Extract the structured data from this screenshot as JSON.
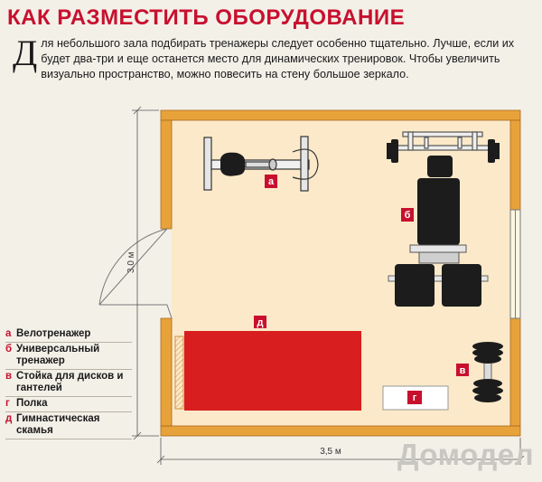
{
  "title": "КАК РАЗМЕСТИТЬ ОБОРУДОВАНИЕ",
  "intro": {
    "dropcap": "Д",
    "text": "ля небольшого зала подбирать тренажеры следует особенно тщательно. Лучше, если их будет два-три и еще останется место для динамических тренировок. Чтобы увеличить визуально пространство, можно повесить на стену большое зеркало."
  },
  "dimensions": {
    "height": "3,0 м",
    "width": "3,5 м"
  },
  "markers": {
    "a": "а",
    "b": "б",
    "v": "в",
    "g": "г",
    "d": "д"
  },
  "legend": [
    {
      "key": "а",
      "label": "Велотренажер"
    },
    {
      "key": "б",
      "label": "Универсальный тренажер"
    },
    {
      "key": "в",
      "label": "Стойка для дисков и гантелей"
    },
    {
      "key": "г",
      "label": "Полка"
    },
    {
      "key": "д",
      "label": "Гимнастическая скамья"
    }
  ],
  "colors": {
    "accent": "#c8102e",
    "wall": "#e8a23a",
    "floor": "#fbe9c9",
    "equipment": "#1c1c1c",
    "mat": "#d81e1e"
  },
  "watermark": "Домодел"
}
